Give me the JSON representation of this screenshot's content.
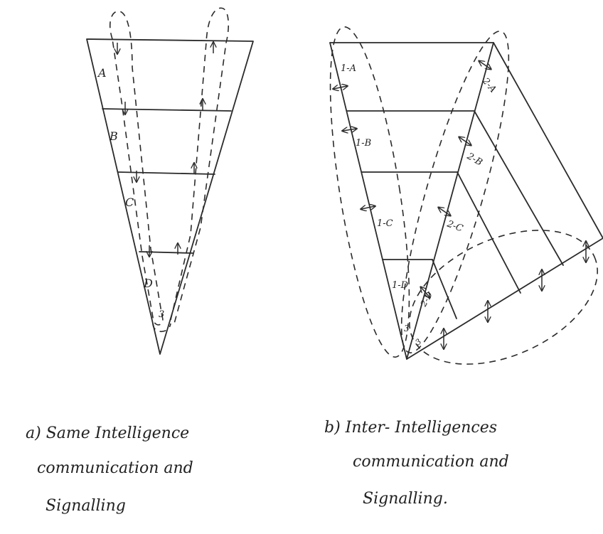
{
  "diagram_a": {
    "levels": [
      "A",
      "B",
      "C",
      "D"
    ],
    "apex_label": "3",
    "caption": [
      "a) Same Intelligence",
      "communication and",
      "Signalling"
    ]
  },
  "diagram_b": {
    "front_levels": [
      "1-A",
      "1-B",
      "1-C",
      "1-D"
    ],
    "side_levels": [
      "2-A",
      "2-B",
      "2-C",
      "2-D"
    ],
    "apex_labels": [
      "3",
      "3"
    ],
    "caption": [
      "b) Inter- Intelligences",
      "communication and",
      "Signalling."
    ]
  }
}
